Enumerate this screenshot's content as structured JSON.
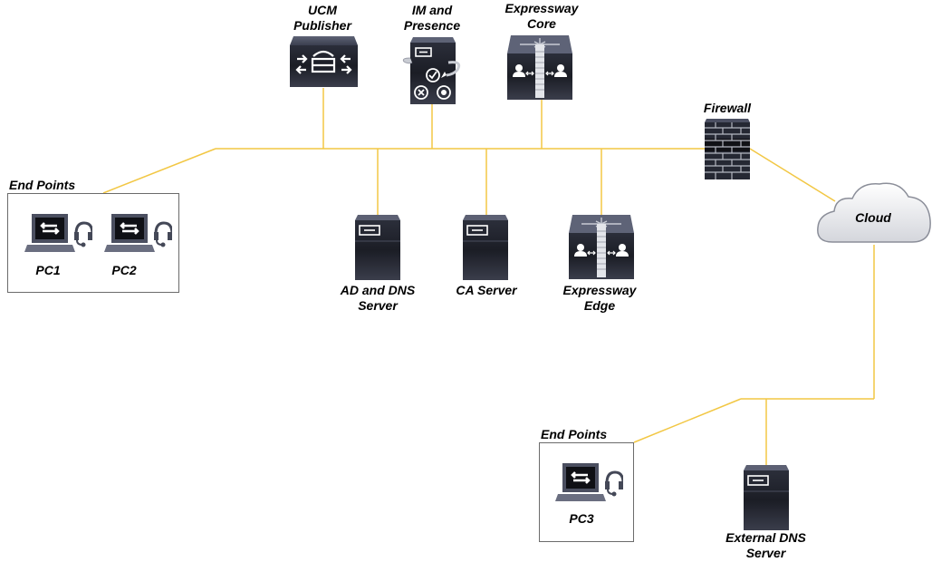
{
  "diagram": {
    "title": "",
    "link_color": "#f2c744",
    "nodes": {
      "ucm_publisher": {
        "label_line1": "UCM",
        "label_line2": "Publisher",
        "type": "call-manager"
      },
      "im_presence": {
        "label_line1": "IM and",
        "label_line2": "Presence",
        "type": "presence-server"
      },
      "expressway_core": {
        "label_line1": "Expressway",
        "label_line2": "Core",
        "type": "expressway"
      },
      "firewall": {
        "label": "Firewall",
        "type": "firewall"
      },
      "cloud": {
        "label": "Cloud",
        "type": "cloud"
      },
      "ad_dns_server": {
        "label_line1": "AD and DNS",
        "label_line2": "Server",
        "type": "server"
      },
      "ca_server": {
        "label": "CA Server",
        "type": "server"
      },
      "expressway_edge": {
        "label_line1": "Expressway",
        "label_line2": "Edge",
        "type": "expressway"
      },
      "external_dns_server": {
        "label_line1": "External DNS",
        "label_line2": "Server",
        "type": "server"
      }
    },
    "groups": {
      "endpoints_internal": {
        "label": "End Points",
        "members": [
          {
            "label": "PC1"
          },
          {
            "label": "PC2"
          }
        ]
      },
      "endpoints_external": {
        "label": "End Points",
        "members": [
          {
            "label": "PC3"
          }
        ]
      }
    },
    "edges": [
      {
        "from": "internal-bus",
        "to": "ucm_publisher"
      },
      {
        "from": "internal-bus",
        "to": "im_presence"
      },
      {
        "from": "internal-bus",
        "to": "expressway_core"
      },
      {
        "from": "internal-bus",
        "to": "ad_dns_server"
      },
      {
        "from": "internal-bus",
        "to": "ca_server"
      },
      {
        "from": "internal-bus",
        "to": "expressway_edge"
      },
      {
        "from": "internal-bus",
        "to": "endpoints_internal"
      },
      {
        "from": "internal-bus",
        "to": "firewall"
      },
      {
        "from": "firewall",
        "to": "cloud"
      },
      {
        "from": "cloud",
        "to": "external-bus"
      },
      {
        "from": "external-bus",
        "to": "external_dns_server"
      },
      {
        "from": "external-bus",
        "to": "endpoints_external"
      }
    ]
  }
}
